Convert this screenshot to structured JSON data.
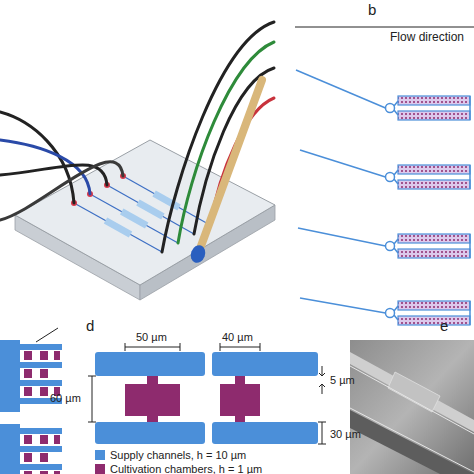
{
  "diagram": {
    "labels": [
      "b",
      "Flow direction",
      "d",
      "50 µm",
      "40 µm",
      "60 µm",
      "5 µm",
      "30 µm",
      "e"
    ],
    "legend": [
      {
        "text": "Supply channels, h = 10 µm",
        "color": "#4b8fd9"
      },
      {
        "text": "Cultivation chambers, h = 1 µm",
        "color": "#8e2b6e"
      }
    ]
  }
}
